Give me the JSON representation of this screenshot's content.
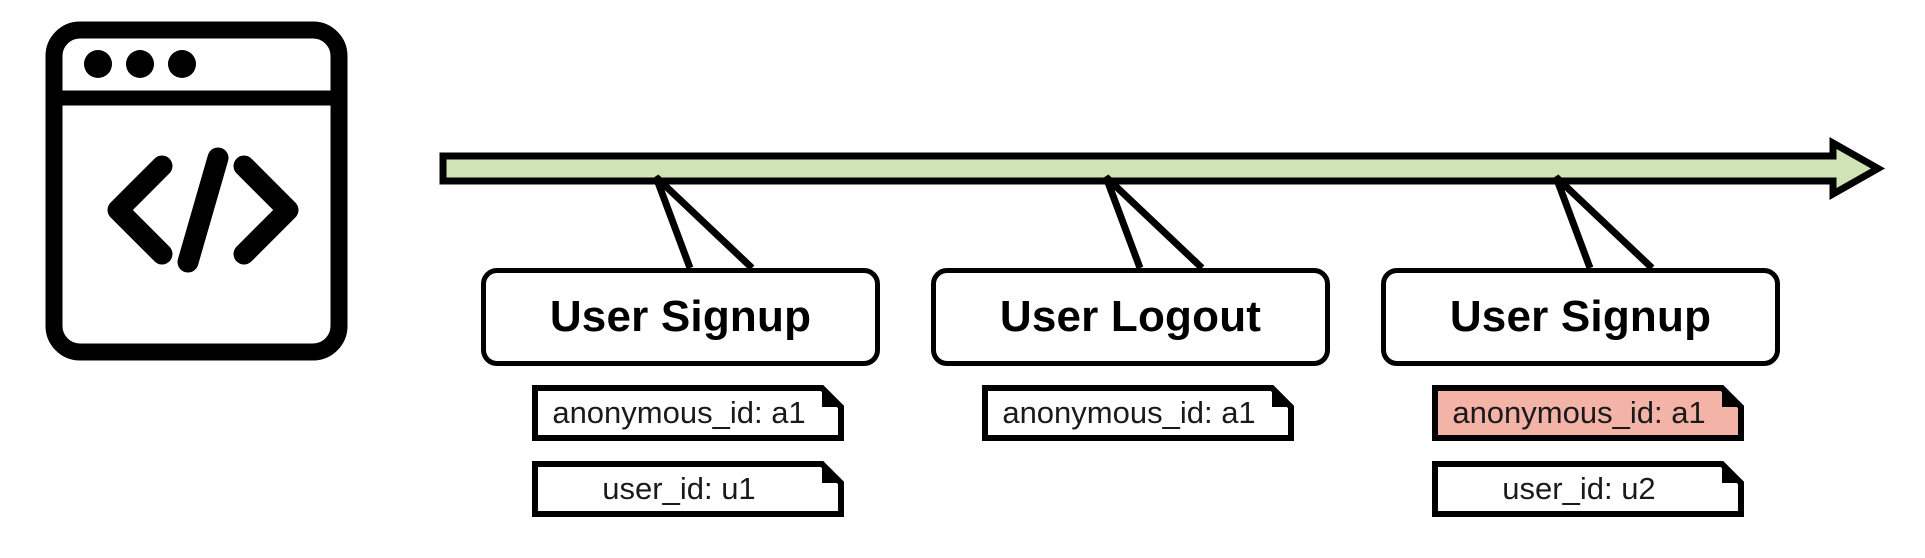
{
  "diagram": {
    "title": "Event timeline with identity properties",
    "colors": {
      "timeline_fill": "#cfe3b5",
      "timeline_stroke": "#000000",
      "highlight_tag_fill": "#f3b3a6",
      "tag_fill": "#ffffff",
      "stroke": "#000000"
    }
  },
  "source_icon": {
    "name": "code-window-icon",
    "alt": "Browser window with code brackets",
    "glyph": "</>",
    "dots": 3
  },
  "timeline": {
    "name": "event-timeline-arrow",
    "direction": "right",
    "label": ""
  },
  "events": [
    {
      "id": "event-1",
      "label": "User Signup",
      "tags": [
        {
          "text": "anonymous_id: a1",
          "highlighted": false
        },
        {
          "text": "user_id: u1",
          "highlighted": false
        }
      ]
    },
    {
      "id": "event-2",
      "label": "User Logout",
      "tags": [
        {
          "text": "anonymous_id: a1",
          "highlighted": false
        }
      ]
    },
    {
      "id": "event-3",
      "label": "User Signup",
      "tags": [
        {
          "text": "anonymous_id: a1",
          "highlighted": true
        },
        {
          "text": "user_id: u2",
          "highlighted": false
        }
      ]
    }
  ]
}
